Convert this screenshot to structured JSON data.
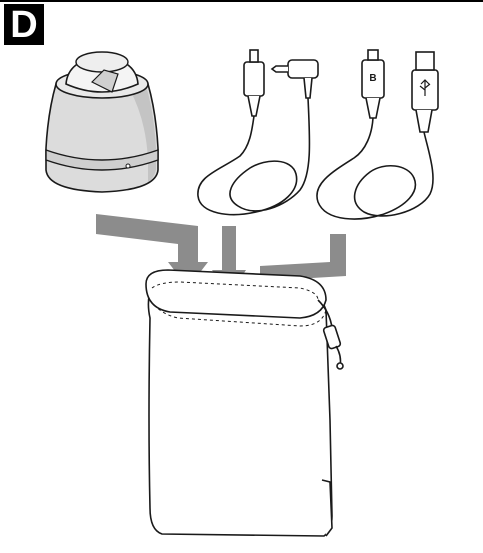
{
  "step": {
    "label": "D"
  },
  "cable_plugs": {
    "micro_b_marking": "B",
    "usb_symbol": "usb-trident-icon"
  },
  "colors": {
    "line": "#1a1a1a",
    "speaker_body": "#dcdcdc",
    "speaker_shade": "#c4c4c4",
    "arrow": "#8c8c8c",
    "badge": "#000000"
  },
  "items": [
    {
      "name": "speaker"
    },
    {
      "name": "audio-cable"
    },
    {
      "name": "usb-cable"
    },
    {
      "name": "carrying-pouch"
    }
  ]
}
